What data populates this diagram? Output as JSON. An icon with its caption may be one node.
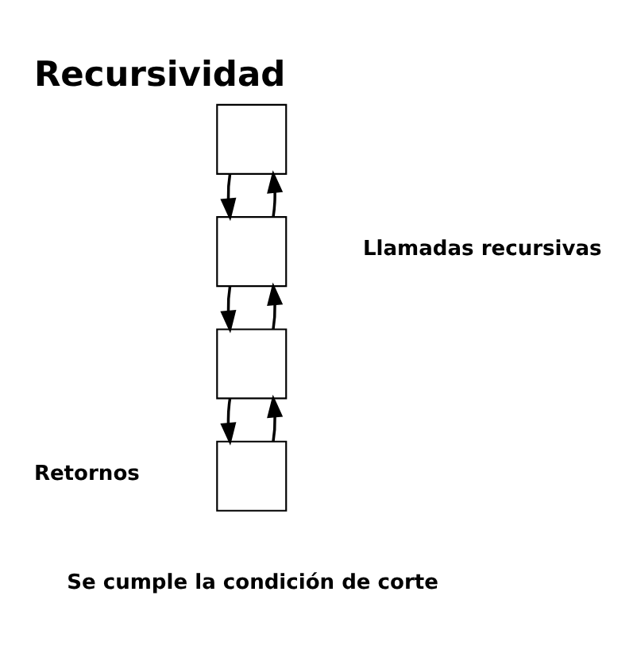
{
  "diagram": {
    "title": "Recursividad",
    "nodes": [
      {
        "text": [],
        "shape": "box"
      },
      {
        "text": [],
        "shape": "box"
      },
      {
        "text": [],
        "shape": "box"
      },
      {
        "text": [],
        "shape": "box"
      }
    ],
    "edges": [
      {
        "from": 0,
        "to": 1,
        "arrow": "to"
      },
      {
        "from": 1,
        "to": 2,
        "arrow": "to"
      },
      {
        "from": 2,
        "to": 3,
        "arrow": "to"
      },
      {
        "from": 1,
        "to": 0,
        "arrow": "to"
      },
      {
        "from": 2,
        "to": 1,
        "arrow": "to"
      },
      {
        "from": 3,
        "to": 2,
        "arrow": "to"
      }
    ],
    "labels": [
      "Llamadas recursivas",
      "Retornos",
      "Se cumple la condición de corte"
    ]
  }
}
